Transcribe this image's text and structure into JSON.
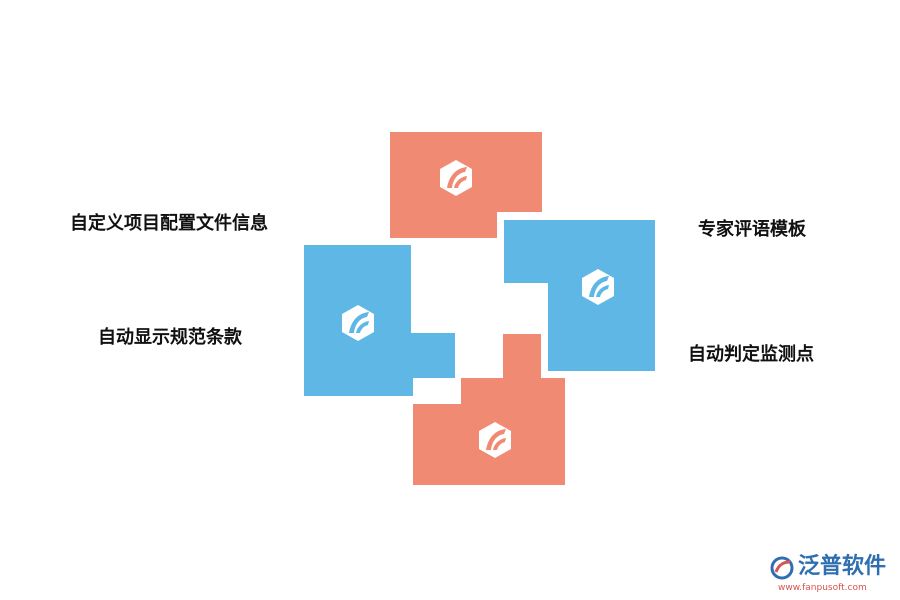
{
  "diagram": {
    "items": [
      {
        "label": "自定义项目配置文件信息",
        "color": "#f08a72"
      },
      {
        "label": "专家评语模板",
        "color": "#5fb7e5"
      },
      {
        "label": "自动显示规范条款",
        "color": "#5fb7e5"
      },
      {
        "label": "自动判定监测点",
        "color": "#f08a72"
      }
    ],
    "icon": "hexagon-leaf-icon"
  },
  "watermark": {
    "name": "泛普软件",
    "url": "www.fanpusoft.com",
    "color": "#2f6fb0",
    "url_color": "#d9534f"
  }
}
